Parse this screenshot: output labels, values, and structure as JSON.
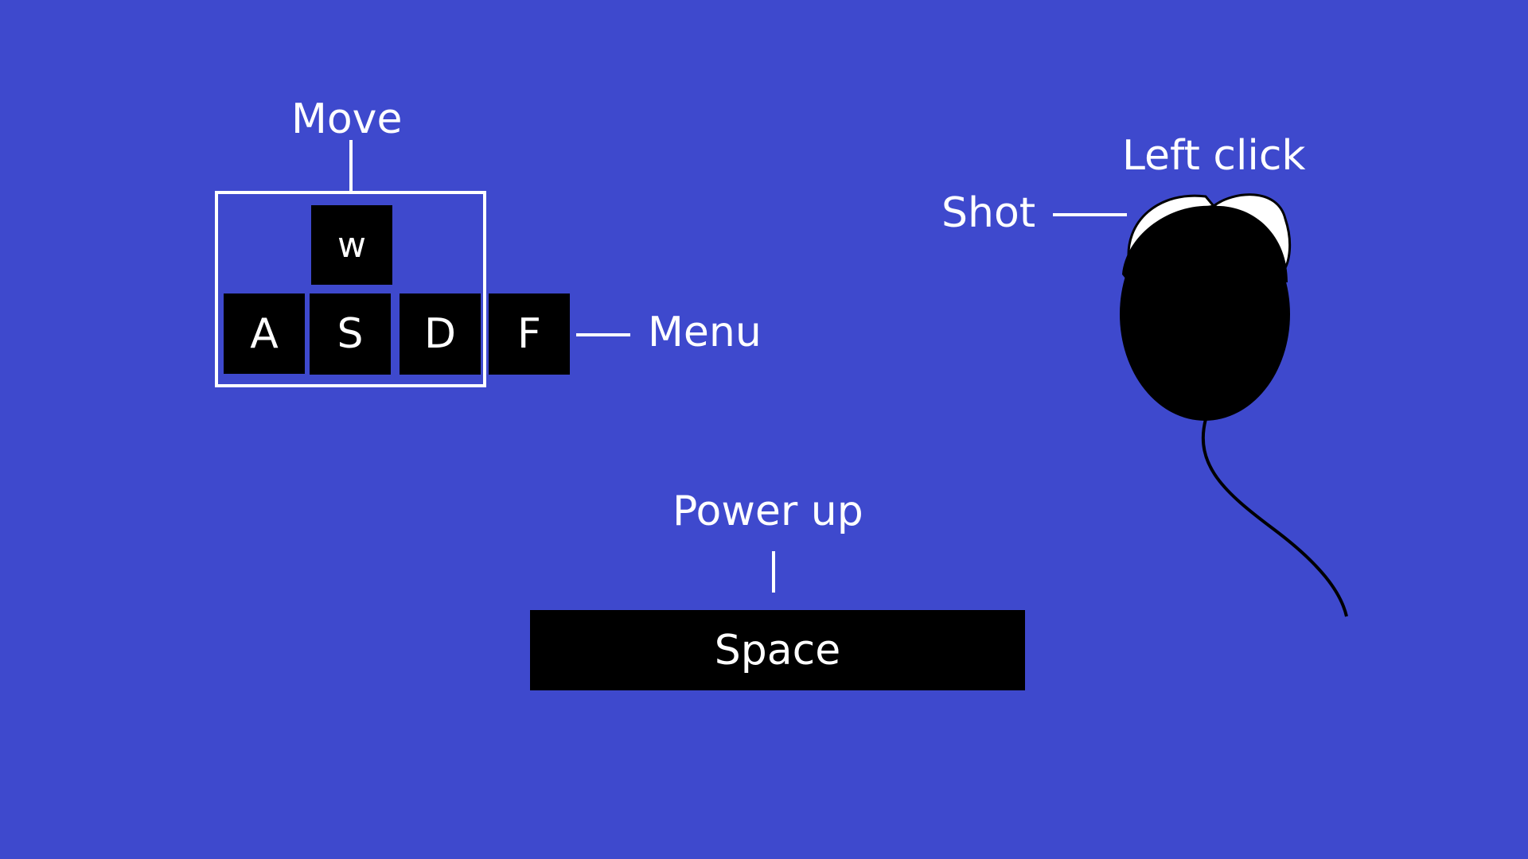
{
  "controls": {
    "move_label": "Move",
    "menu_label": "Menu",
    "power_up_label": "Power up",
    "shot_label": "Shot",
    "left_click_label": "Left click"
  },
  "keys": {
    "w": "w",
    "a": "A",
    "s": "S",
    "d": "D",
    "f": "F",
    "space": "Space"
  },
  "colors": {
    "background": "#3e49cd",
    "key_fill": "#000000",
    "text": "#ffffff"
  },
  "icons": {
    "mouse": "mouse-icon"
  }
}
